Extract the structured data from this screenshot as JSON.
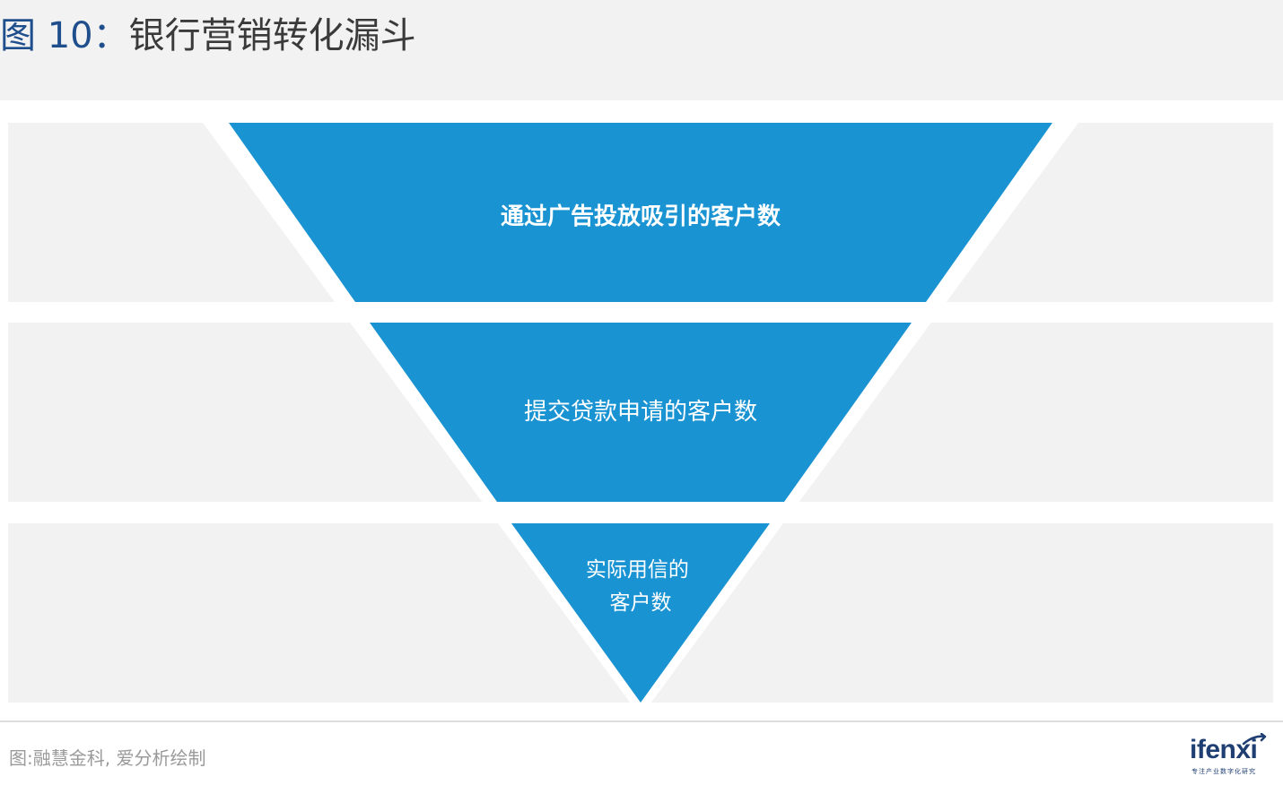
{
  "header": {
    "figure_label": "图 10：",
    "title": "银行营销转化漏斗"
  },
  "funnel": {
    "stages": [
      {
        "label_lines": [
          "通过广告投放吸引的客户数"
        ]
      },
      {
        "label_lines": [
          "提交贷款申请的客户数"
        ]
      },
      {
        "label_lines": [
          "实际用信的",
          "客户数"
        ]
      }
    ]
  },
  "footer": {
    "source": "图:融慧金科, 爱分析绘制",
    "logo_text": "ifenxi",
    "logo_tagline": "专注产业数字化研究"
  },
  "colors": {
    "funnel_fill": "#1a93d3",
    "title_accent": "#1f4e8c",
    "logo": "#1f3f73"
  }
}
